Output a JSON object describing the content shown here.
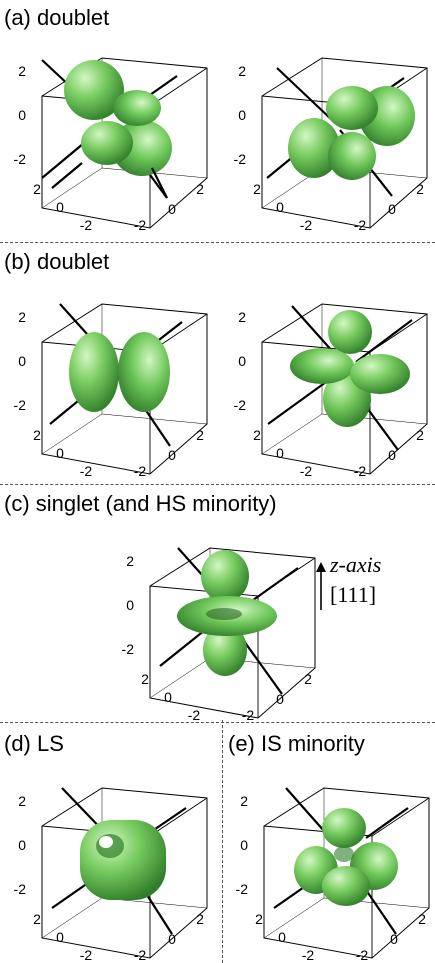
{
  "sections": {
    "a": {
      "label": "(a) doublet"
    },
    "b": {
      "label": "(b) doublet"
    },
    "c": {
      "label": "(c) singlet (and HS minority)"
    },
    "d": {
      "label": "(d) LS"
    },
    "e": {
      "label": "(e) IS minority"
    }
  },
  "ticks": {
    "v_top": "2",
    "v_mid": "0",
    "v_bot": "-2",
    "l_top": "2",
    "l_mid": "0",
    "l_bot": "-2",
    "r_left": "-2",
    "r_mid": "0",
    "r_right": "2"
  },
  "axis_note": {
    "axis": "z-axis",
    "direction": "[111]"
  },
  "colors": {
    "orbital": "#6fc85a",
    "orbital_dark": "#2f7d2a",
    "orbital_light": "#c9f2b8"
  }
}
